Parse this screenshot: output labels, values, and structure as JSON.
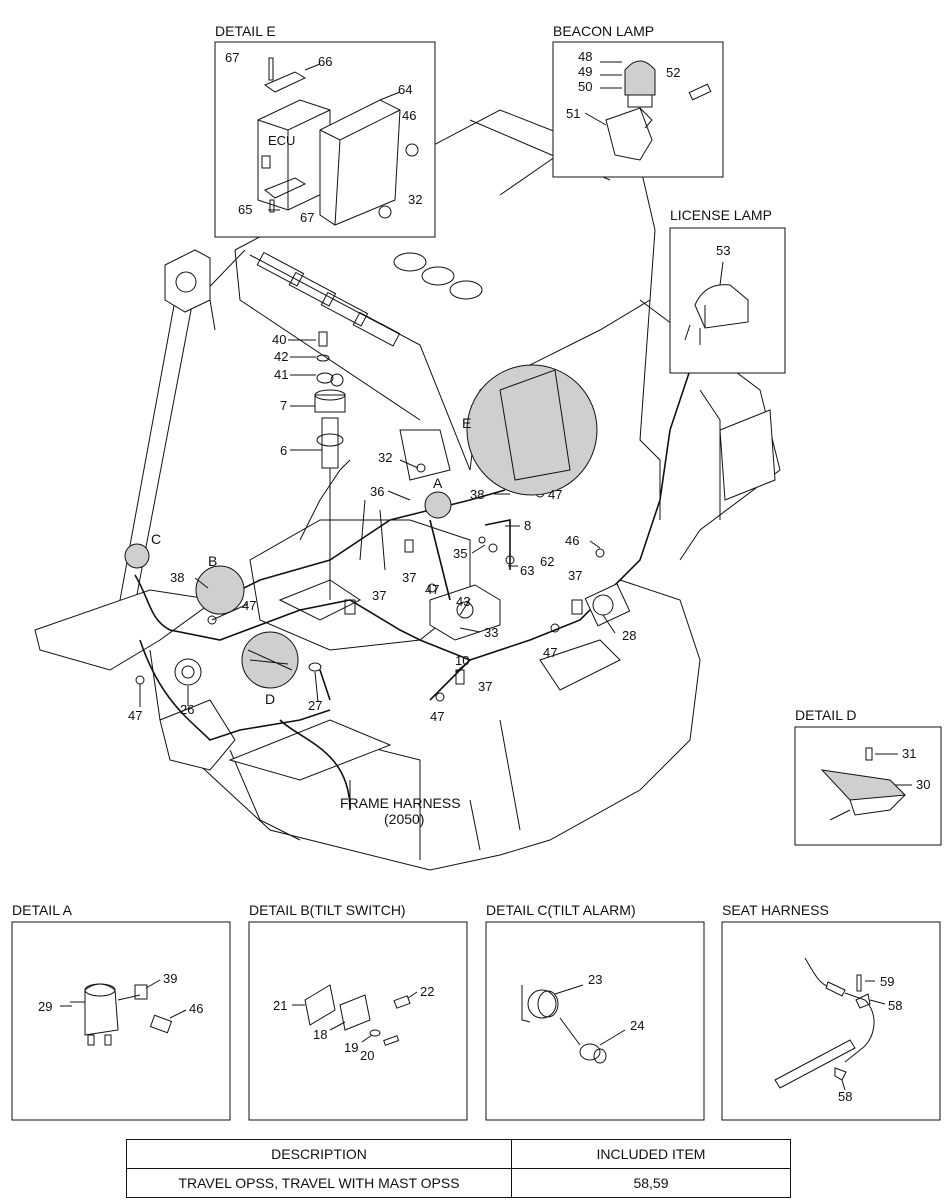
{
  "details": {
    "e": "DETAIL E",
    "beacon": "BEACON LAMP",
    "license": "LICENSE LAMP",
    "d": "DETAIL D",
    "a": "DETAIL A",
    "b": "DETAIL B(TILT SWITCH)",
    "c": "DETAIL C(TILT ALARM)",
    "seat": "SEAT HARNESS"
  },
  "ecu_label": "ECU",
  "frame_harness": {
    "name": "FRAME HARNESS",
    "code": "(2050)"
  },
  "callout_letters": {
    "a": "A",
    "b": "B",
    "c": "C",
    "d": "D",
    "e": "E"
  },
  "parts": {
    "p6": "6",
    "p7": "7",
    "p8": "8",
    "p10": "10",
    "p18": "18",
    "p19": "19",
    "p20": "20",
    "p21": "21",
    "p22": "22",
    "p23": "23",
    "p24": "24",
    "p26": "26",
    "p27": "27",
    "p28": "28",
    "p29": "29",
    "p30": "30",
    "p31": "31",
    "p32": "32",
    "p33": "33",
    "p35": "35",
    "p36": "36",
    "p37": "37",
    "p38": "38",
    "p39": "39",
    "p40": "40",
    "p41": "41",
    "p42": "42",
    "p43": "43",
    "p46": "46",
    "p47": "47",
    "p48": "48",
    "p49": "49",
    "p50": "50",
    "p51": "51",
    "p52": "52",
    "p53": "53",
    "p58": "58",
    "p59": "59",
    "p62": "62",
    "p63": "63",
    "p64": "64",
    "p65": "65",
    "p66": "66",
    "p67": "67"
  },
  "table": {
    "headers": [
      "DESCRIPTION",
      "INCLUDED ITEM"
    ],
    "rows": [
      [
        "TRAVEL OPSS, TRAVEL WITH MAST OPSS",
        "58,59"
      ]
    ]
  }
}
